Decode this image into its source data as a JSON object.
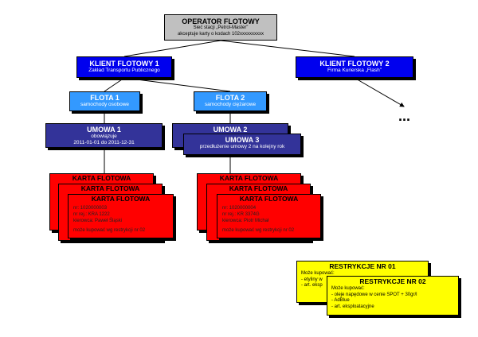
{
  "operator": {
    "title": "OPERATOR FLOTOWY",
    "line1": "Sieć stacji „Petrol-Master”",
    "line2": "akceptuje karty o kodach 102xxxxxxxxxx"
  },
  "clients": [
    {
      "title": "KLIENT FLOTOWY 1",
      "sub": "Zakład Transportu Publicznego"
    },
    {
      "title": "KLIENT FLOTOWY 2",
      "sub": "Firma Kurierska „Flash”"
    }
  ],
  "fleets": [
    {
      "title": "FLOTA 1",
      "sub": "samochody osobowe"
    },
    {
      "title": "FLOTA 2",
      "sub": "samochody ciężarowe"
    }
  ],
  "contracts": [
    {
      "title": "UMOWA 1",
      "line1": "obowiązuje",
      "line2": "2011-01-01 do 2011-12-31"
    },
    {
      "title": "UMOWA 2"
    },
    {
      "title": "UMOWA 3",
      "line1": "przedłużenie umowy 2 na kolejny rok"
    }
  ],
  "ellipsis": "...",
  "card_title": "KARTA FLOTOWA",
  "card_groups": [
    {
      "card_line1": "nr: 1020000003",
      "card_line2": "nr rej.: KRA 1222",
      "card_line3": "kierowca: Paweł Śląski",
      "card_restr": "może kupować wg restrykcji nr 02"
    },
    {
      "card_line1": "nr: 1020000004",
      "card_line2": "nr rej.: KR 3374G",
      "card_line3": "kierowca: Piotr Michał",
      "card_restr": "może kupować wg restrykcji nr 02"
    }
  ],
  "restrictions": [
    {
      "title": "RESTRYKCJE NR 01",
      "items": [
        "Może kupować:",
        "- etyliny w",
        "- art. eksp"
      ]
    },
    {
      "title": "RESTRYKCJE NR 02",
      "items": [
        "Może kupować:",
        "- oleje napędowe w cenie SPOT + 30gr/l",
        "- AdBlue",
        "- art. eksploatacyjne"
      ]
    }
  ]
}
